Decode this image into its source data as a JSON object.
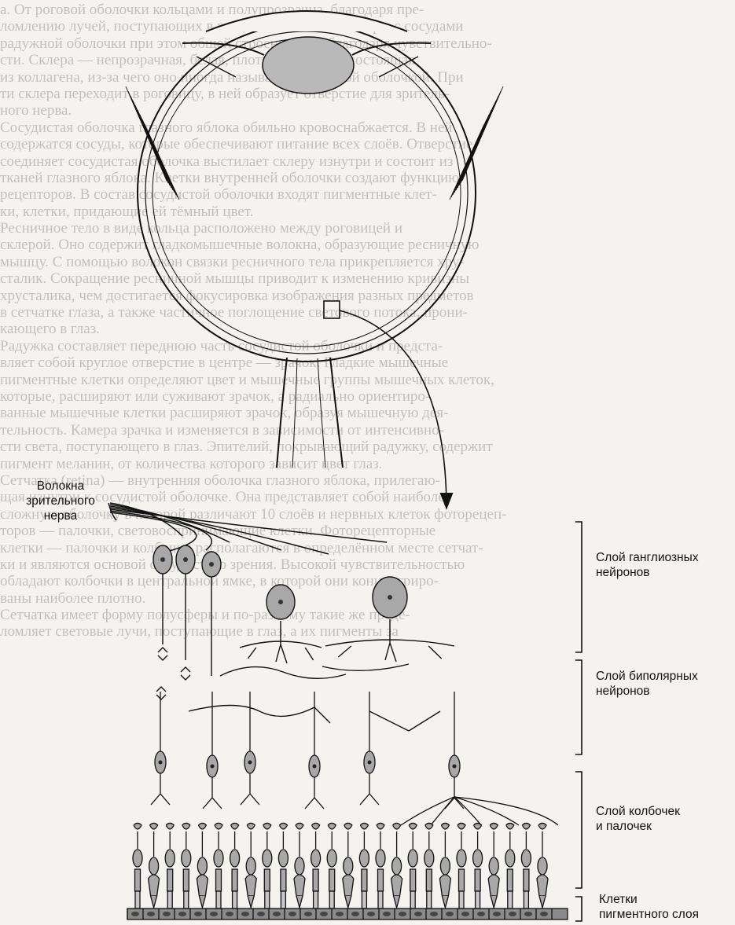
{
  "background_text": [
    "а. От роговой оболочки кольцами и полупрозрачна, благодаря пре-",
    "ломлению лучей, поступающих в глаз, и в отличие от склеры с сосудами",
    "радужной оболочки при этом общей строение тела благодаря чувствительно-",
    "сти. Склера — непрозрачная, белая, плотная оболочка состоящая",
    "из коллагена, из-за чего оно иногда называется белковой оболочкой. При",
    "ти склера переходит в роговицу, в ней образует отверстие для зритель-",
    "ного нерва.",
    "Сосудистая оболочка глазного яблока обильно кровоснабжается. В ней",
    "содержатся сосуды, которые обеспечивают питание всех слоёв. Отверстие",
    "соединяет сосудистая оболочка выстилает склеру изнутри и состоит из",
    "тканей глазного яблока. Клетки внутренней оболочки создают функцию",
    "рецепторов. В состав сосудистой оболочки входят пигментные клет-",
    "ки, клетки, придающие ей тёмный цвет.",
    "Ресничное тело в виде кольца расположено между роговицей и",
    "склерой. Оно содержит гладкомышечные волокна, образующие ресничную",
    "мышцу. С помощью волокон связки ресничного тела прикрепляется хру-",
    "сталик. Сокращение ресничной мышцы приводит к изменению кривизны",
    "хрусталика, чем достигается фокусировка изображения разных предметов",
    "в сетчатке глаза, а также частичное поглощение светового потока, прони-",
    "кающего в глаз.",
    "Радужка составляет переднюю часть сосудистой оболочки и предста-",
    "вляет собой круглое отверстие в центре — зрачок. Гладкие мышечные",
    "пигментные клетки определяют цвет и мышечные группы мышечных клеток,",
    "которые, расширяют или суживают зрачок, а радиально ориентиро-",
    "ванные мышечные клетки расширяют зрачок, образуя мышечную дея-",
    "тельность. Камера зрачка и изменяется в зависимости от интенсивно-",
    "сти света, поступающего в глаз. Эпителий, покрывающий радужку, содержит",
    "пигмент меланин, от количества которого зависит цвет глаз.",
    "Сетчатка (retina) — внутренняя оболочка глазного яблока, прилегаю-",
    "щая изнутри к сосудистой оболочке. Она представляет собой наиболее",
    "сложную оболочку в которой различают 10 слоёв и нервных клеток фоторецеп-",
    "торов — палочки, световоспринимающие клетки. Фоторецепторные",
    "клетки — палочки и колбочки располагаются в определённом месте сетчат-",
    "ки и являются основой сосудистого зрения. Высокой чувствительностью",
    "обладают колбочки в центральной ямке, в которой они концентриро-",
    "ваны наиболее плотно.",
    "Сетчатка имеет форму полусферы и по-разному такие же преде-",
    "ломляет световые лучи, поступающие в глаз, а их пигменты за"
  ],
  "labels": {
    "optic_nerve_fibers": [
      "Волокна",
      "зрительного",
      "нерва"
    ],
    "ganglion_layer": [
      "Слой ганглиозных",
      "нейронов"
    ],
    "bipolar_layer": [
      "Слой биполярных",
      "нейронов"
    ],
    "rods_cones_layer": [
      "Слой колбочек",
      "и палочек"
    ],
    "pigment_layer": [
      "Клетки",
      "пигментного слоя"
    ]
  },
  "colors": {
    "ink": "#111111",
    "lens_fill": "#b9b9b9",
    "cell_fill": "#a8a8a8",
    "pigment_fill": "#8a8a8a",
    "paper": "#f4f3f0"
  }
}
